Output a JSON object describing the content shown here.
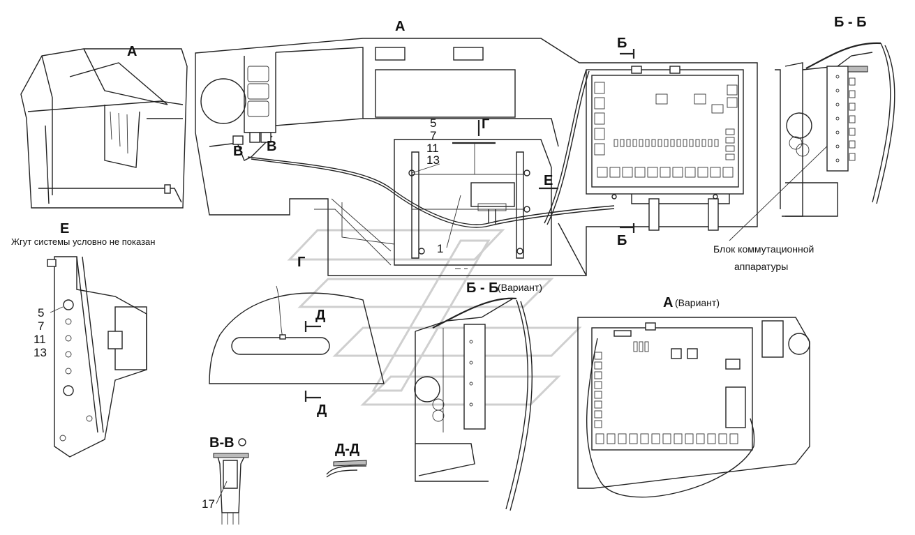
{
  "views": {
    "view_a_title": "А",
    "view_a_arrow": "А",
    "view_bb_title": "Б - Б",
    "view_e_title": "Е",
    "view_e_note": "Жгут системы условно не показан",
    "view_g_title": "Г",
    "view_bb_variant_title": "Б - Б",
    "view_bb_variant_note": "(Вариант)",
    "view_a_variant_title": "А",
    "view_a_variant_note": "(Вариант)",
    "view_vv_title": "В-В",
    "view_dd_title": "Д-Д"
  },
  "section_marks": {
    "b_top": "Б",
    "b_bottom": "Б",
    "v_left": "В",
    "v_right": "В",
    "g_arrow": "Г",
    "e_arrow": "Е",
    "d_top": "Д",
    "d_bottom": "Д"
  },
  "callouts": {
    "main_pos_1": "5",
    "main_pos_2": "7",
    "main_pos_3": "11",
    "main_pos_4": "13",
    "main_part_1": "1",
    "e_pos_1": "5",
    "e_pos_2": "7",
    "e_pos_3": "11",
    "e_pos_4": "13",
    "vv_part": "17"
  },
  "annotations": {
    "block_label_line1": "Блок коммутационной",
    "block_label_line2": "аппаратуры"
  }
}
